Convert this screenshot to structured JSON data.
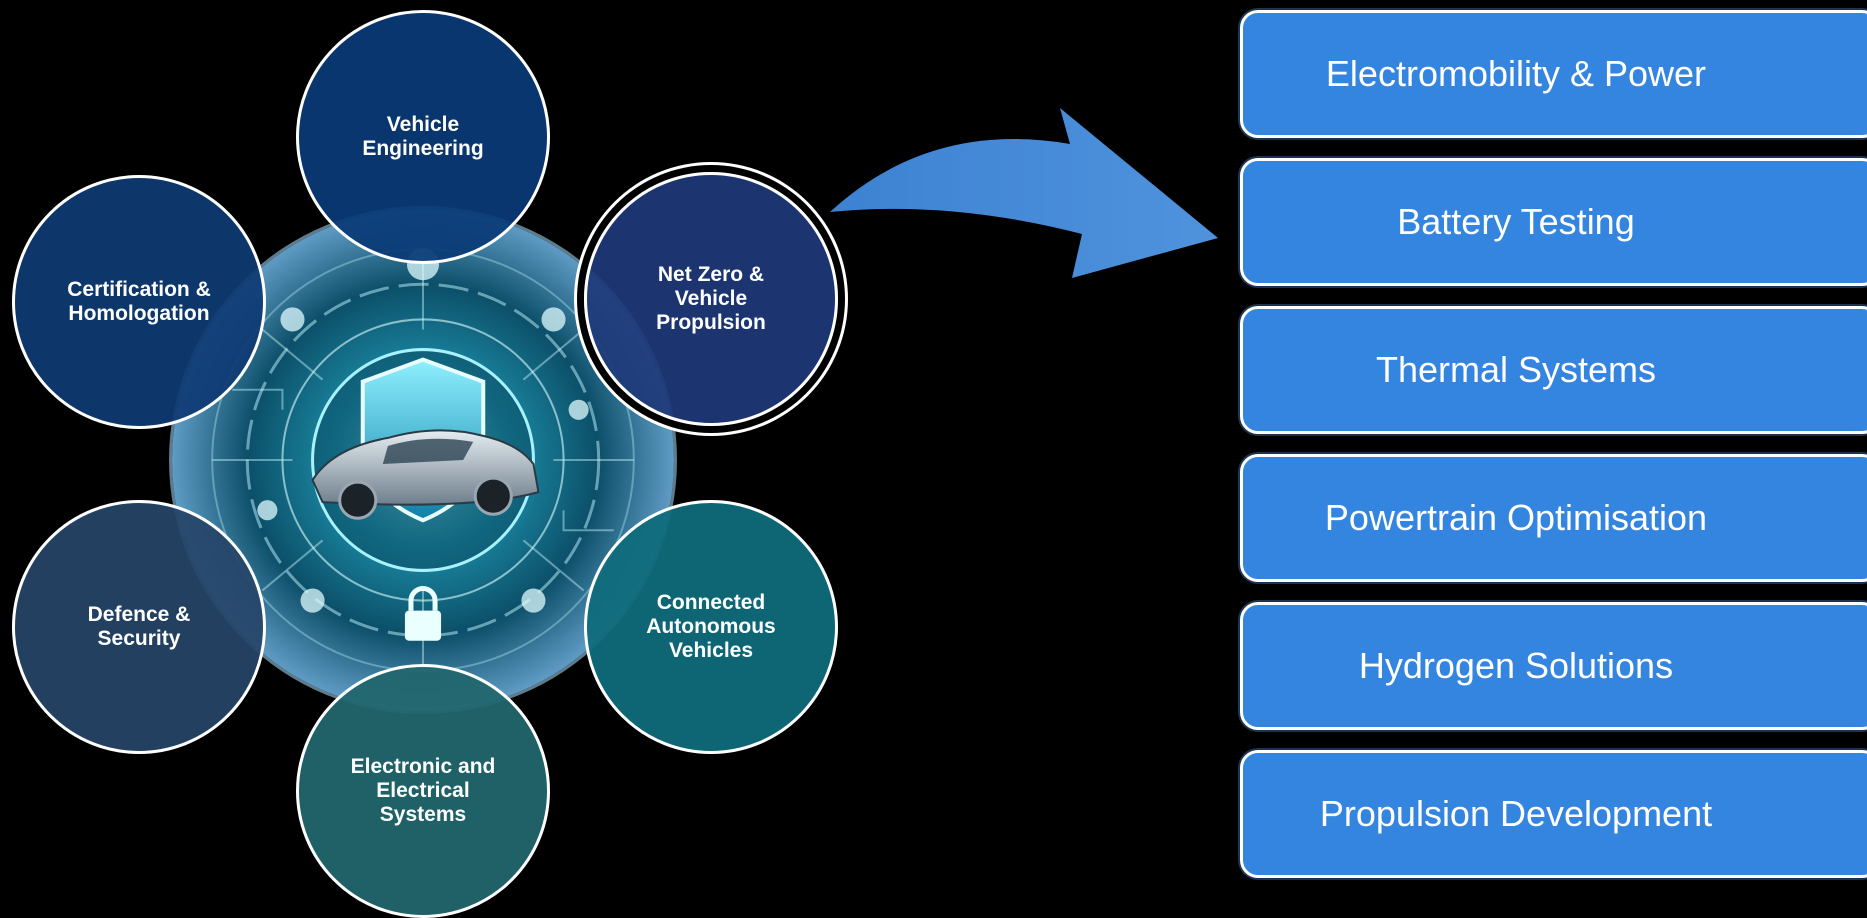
{
  "topics": {
    "vehicle_engineering": "Vehicle\nEngineering",
    "certification": "Certification &\nHomologation",
    "net_zero": "Net Zero &\nVehicle\nPropulsion",
    "defence": "Defence &\nSecurity",
    "connected": "Connected\nAutonomous\nVehicles",
    "electronic": "Electronic and\nElectrical\nSystems"
  },
  "services": [
    "Electromobility & Power",
    "Battery Testing",
    "Thermal Systems",
    "Powertrain Optimisation",
    "Hydrogen Solutions",
    "Propulsion Development"
  ],
  "colors": {
    "background": "#000000",
    "service_box": "#3385e0",
    "arrow": "#4a8fd8",
    "circle_border": "#ffffff"
  },
  "icons": {
    "center_image": "car-shield-tech-illustration",
    "arrow": "curved-arrow-right-icon"
  }
}
